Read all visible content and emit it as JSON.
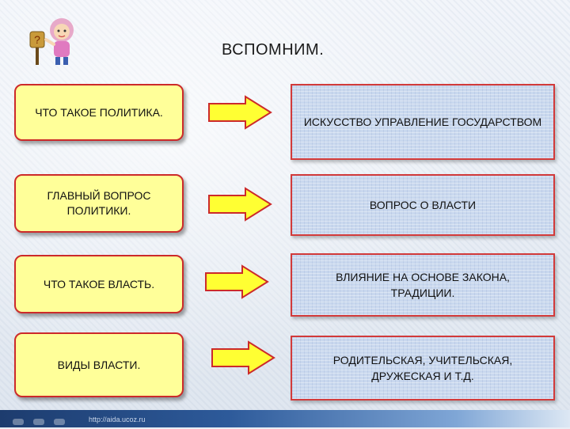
{
  "title": "ВСПОМНИМ.",
  "rows": [
    {
      "question": "ЧТО ТАКОЕ ПОЛИТИКА.",
      "answer": "ИСКУССТВО УПРАВЛЕНИЕ ГОСУДАРСТВОМ"
    },
    {
      "question": "ГЛАВНЫЙ ВОПРОС ПОЛИТИКИ.",
      "answer": "ВОПРОС О ВЛАСТИ"
    },
    {
      "question": "ЧТО ТАКОЕ ВЛАСТЬ.",
      "answer": "ВЛИЯНИЕ НА ОСНОВЕ ЗАКОНА, ТРАДИЦИИ."
    },
    {
      "question": "ВИДЫ ВЛАСТИ.",
      "answer": "РОДИТЕЛЬСКАЯ, УЧИТЕЛЬСКАЯ, ДРУЖЕСКАЯ И Т.Д."
    }
  ],
  "footer": {
    "url": "http://aida.ucoz.ru"
  },
  "colors": {
    "question_fill": "#ffff99",
    "border": "#cc2a2a",
    "arrow_fill": "#ffff33",
    "answer_fill": "#c9d8ee"
  },
  "icons": {
    "mascot": "thinking-girl-icon",
    "arrow": "right-arrow-icon"
  }
}
